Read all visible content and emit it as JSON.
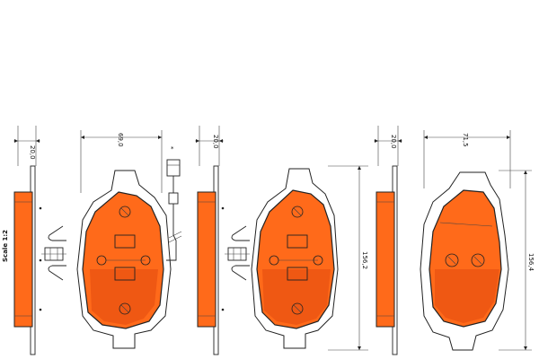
{
  "drawing": {
    "scale_label": "Scale 1:2",
    "colors": {
      "pad_fill": "#ff6a1a",
      "pad_shade": "#e2490f",
      "line": "#222222",
      "dim_line": "#444444"
    },
    "pads": [
      {
        "thickness_label": "20,0",
        "width_label": "69,0",
        "height_label": "",
        "has_wear_sensor": true,
        "sensor_note": "*"
      },
      {
        "thickness_label": "20,0",
        "width_label": "",
        "height_label": "156,2",
        "has_wear_sensor": false,
        "sensor_note": ""
      },
      {
        "thickness_label": "20,0",
        "width_label": "71,5",
        "height_label": "156,4",
        "has_wear_sensor": false,
        "sensor_note": ""
      }
    ]
  }
}
